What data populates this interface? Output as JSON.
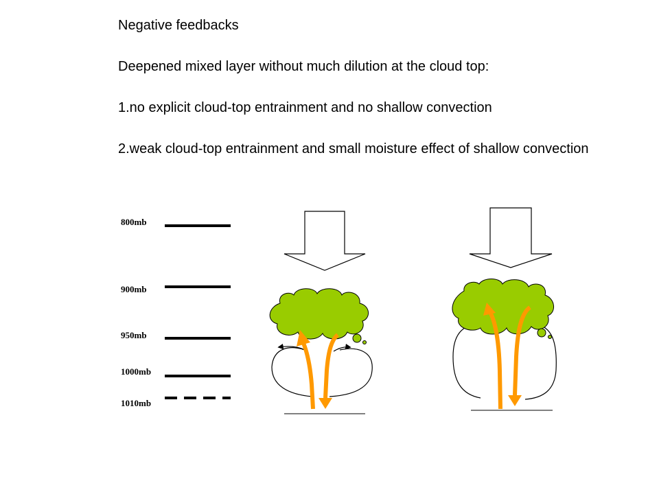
{
  "title": "Negative feedbacks",
  "subtitle": "Deepened mixed layer without much dilution at the cloud top:",
  "items": [
    "1.no explicit cloud-top entrainment and no shallow convection",
    "2.weak cloud-top entrainment and small moisture effect of shallow convection"
  ],
  "levels": [
    "800mb",
    "900mb",
    "950mb",
    "1000mb",
    "1010mb"
  ],
  "colors": {
    "cloud": "#99cc00",
    "updraft_arrow": "#ff9900",
    "outline": "#000000"
  },
  "icons": {
    "subsidence": "down-arrow-icon",
    "cloud": "cloud-icon",
    "updraft": "orange-arrow-icon"
  }
}
